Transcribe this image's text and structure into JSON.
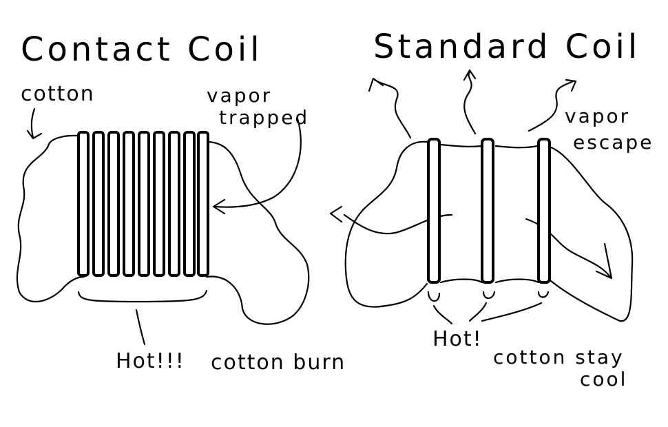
{
  "left_panel": {
    "title": "Contact Coil",
    "cotton_label": "cotton",
    "vapor_label_line1": "vapor",
    "vapor_label_line2": "trapped",
    "hot_label": "Hot!!!",
    "result_label": "cotton burn"
  },
  "right_panel": {
    "title": "Standard Coil",
    "vapor_label_line1": "vapor",
    "vapor_label_line2": "escape",
    "hot_label": "Hot!",
    "result_label_line1": "cotton stay",
    "result_label_line2": "cool"
  },
  "colors": {
    "ink": "#000000",
    "background": "#ffffff"
  }
}
